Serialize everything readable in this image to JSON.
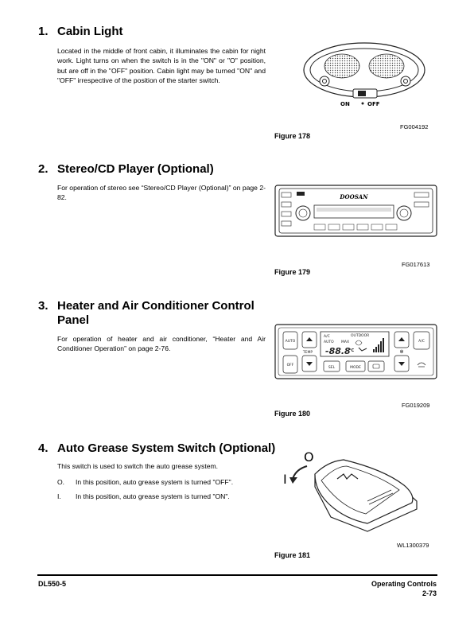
{
  "sections": [
    {
      "number": "1.",
      "title": "Cabin Light",
      "body": "Located in the middle of front cabin, it illuminates the cabin for night work. Light turns on when the switch is in the \"ON\" or \"O\" position, but are off in the \"OFF\" position. Cabin light may be turned \"ON\" and \"OFF\" irrespective of the position of the starter switch.",
      "figure_caption": "Figure 178",
      "figure_code": "FG004192",
      "figure_labels": {
        "on": "ON",
        "off": "OFF"
      }
    },
    {
      "number": "2.",
      "title": "Stereo/CD Player (Optional)",
      "body": "For operation of stereo see “Stereo/CD Player (Optional)” on page 2-82.",
      "figure_caption": "Figure 179",
      "figure_code": "FG017613",
      "figure_labels": {
        "brand": "DOOSAN"
      }
    },
    {
      "number": "3.",
      "title_line1": "Heater and Air Conditioner Control",
      "title_line2": "Panel",
      "body": "For operation of heater and air conditioner, “Heater and Air Conditioner Operation” on page 2-76.",
      "figure_caption": "Figure 180",
      "figure_code": "FG019209",
      "figure_labels": {
        "auto_btn": "AUTO",
        "off_btn": "OFF",
        "ac_btn": "A/C",
        "temp": "TEMP",
        "sel": "SEL",
        "mode": "MODE",
        "ac_disp": "A/C",
        "outdoor": "OUTDOOR",
        "auto_disp": "AUTO",
        "max": "MAX",
        "temp_digits": "-88.8",
        "deg": "°C"
      }
    },
    {
      "number": "4.",
      "title": "Auto Grease System Switch (Optional)",
      "intro": "This switch is used to switch the auto grease system.",
      "items": [
        {
          "marker": "O.",
          "text": "In this position, auto grease system is turned \"OFF\"."
        },
        {
          "marker": "I.",
          "text": "In this position, auto grease system is turned \"ON\"."
        }
      ],
      "figure_caption": "Figure 181",
      "figure_code": "WL1300379",
      "figure_labels": {
        "o": "O",
        "i": "I"
      }
    }
  ],
  "footer": {
    "model": "DL550-5",
    "section": "Operating Controls",
    "page": "2-73"
  }
}
